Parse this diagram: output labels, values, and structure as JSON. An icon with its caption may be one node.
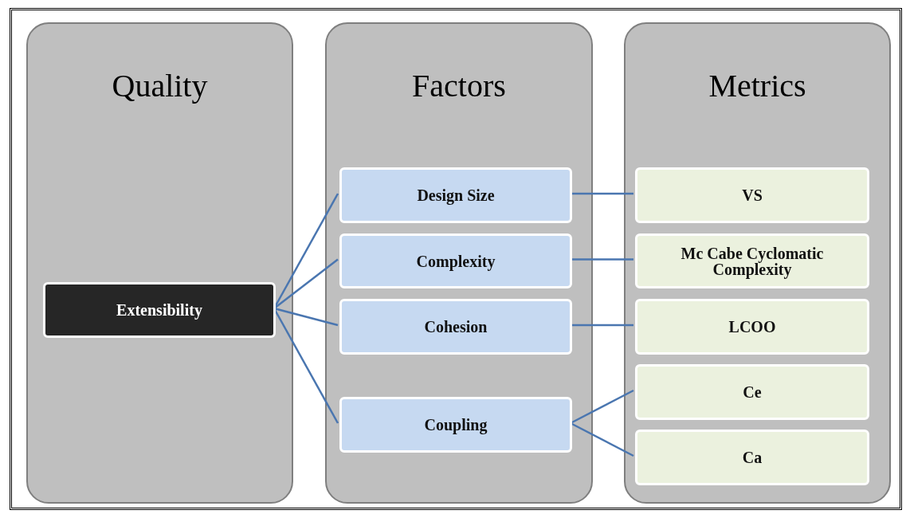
{
  "diagram": {
    "nodes": [
      {
        "text": [
          "Quality"
        ]
      },
      {
        "text": [
          "Factors"
        ]
      },
      {
        "text": [
          "Metrics"
        ]
      },
      {
        "text": [
          "Extensibility"
        ],
        "in": 0
      },
      {
        "text": [
          "Design Size"
        ],
        "in": 1
      },
      {
        "text": [
          "Complexity"
        ],
        "in": 1
      },
      {
        "text": [
          "Cohesion"
        ],
        "in": 1
      },
      {
        "text": [
          "Coupling"
        ],
        "in": 1
      },
      {
        "text": [
          "VS"
        ],
        "in": 2
      },
      {
        "text": [
          "Mc Cabe Cyclomatic Complexity"
        ],
        "in": 2
      },
      {
        "text": [
          "LCOO"
        ],
        "in": 2
      },
      {
        "text": [
          "Ce"
        ],
        "in": 2
      },
      {
        "text": [
          "Ca"
        ],
        "in": 2
      }
    ],
    "edges": [
      {
        "from": 3,
        "to": 4,
        "arrow": "none"
      },
      {
        "from": 3,
        "to": 5,
        "arrow": "none"
      },
      {
        "from": 3,
        "to": 6,
        "arrow": "none"
      },
      {
        "from": 3,
        "to": 7,
        "arrow": "none"
      },
      {
        "from": 4,
        "to": 8,
        "arrow": "none"
      },
      {
        "from": 5,
        "to": 9,
        "arrow": "none"
      },
      {
        "from": 6,
        "to": 10,
        "arrow": "none"
      },
      {
        "from": 7,
        "to": 11,
        "arrow": "none"
      },
      {
        "from": 7,
        "to": 12,
        "arrow": "none"
      }
    ]
  }
}
